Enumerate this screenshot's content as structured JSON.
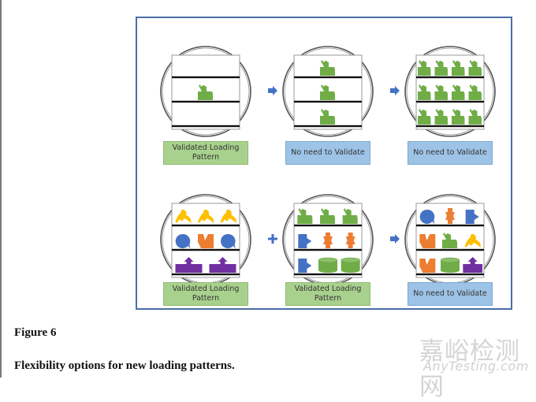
{
  "figure": {
    "frame_color": "#4a6fa5",
    "panels": [
      {
        "id": "top-1",
        "shelves": [
          [],
          [
            "elephant"
          ],
          []
        ],
        "label": "Validated Loading Pattern",
        "label_color": "green"
      },
      {
        "id": "top-2",
        "shelves": [
          [
            "elephant"
          ],
          [
            "elephant"
          ],
          [
            "elephant"
          ]
        ],
        "label": "No need to Validate",
        "label_color": "blue"
      },
      {
        "id": "top-3",
        "shelves": [
          [
            "elephant",
            "elephant",
            "elephant",
            "elephant"
          ],
          [
            "elephant",
            "elephant",
            "elephant",
            "elephant"
          ],
          [
            "elephant",
            "elephant",
            "elephant",
            "elephant"
          ]
        ],
        "label": "No need to Validate",
        "label_color": "blue"
      },
      {
        "id": "bottom-1",
        "shelves": [
          [
            "yellow-blob",
            "yellow-blob",
            "yellow-blob"
          ],
          [
            "blue-bubble",
            "orange-notch",
            "blue-bubble"
          ],
          [
            "purple-arrow-box",
            "purple-arrow-box"
          ]
        ],
        "label": "Validated Loading Pattern",
        "label_color": "green"
      },
      {
        "id": "bottom-2",
        "shelves": [
          [
            "elephant",
            "elephant",
            "elephant"
          ],
          [
            "blue-tab",
            "orange-arrows",
            "orange-arrows"
          ],
          [
            "blue-tab",
            "green-cylinder",
            "green-cylinder"
          ]
        ],
        "label": "Validated Loading Pattern",
        "label_color": "green"
      },
      {
        "id": "bottom-3",
        "shelves": [
          [
            "blue-bubble",
            "orange-arrows",
            "blue-tab"
          ],
          [
            "orange-notch",
            "elephant",
            "yellow-blob"
          ],
          [
            "orange-notch",
            "green-cylinder",
            "purple-arrow-box"
          ]
        ],
        "label": "No need to Validate",
        "label_color": "blue"
      }
    ],
    "connectors": [
      {
        "between": "top-1 → top-2",
        "symbol": "arrow"
      },
      {
        "between": "top-2 → top-3",
        "symbol": "arrow"
      },
      {
        "between": "bottom-1 + bottom-2",
        "symbol": "plus"
      },
      {
        "between": "bottom-2 → bottom-3",
        "symbol": "arrow"
      }
    ],
    "colors": {
      "green_shape": "#70ad47",
      "blue_shape": "#4472c4",
      "orange_shape": "#ed7d31",
      "yellow_shape": "#ffc000",
      "purple_shape": "#7030a0",
      "connector": "#4472c4",
      "label_green": "#a9d18e",
      "label_blue": "#9dc3e6"
    }
  },
  "caption": {
    "number": "Figure 6",
    "text": "Flexibility options for new loading patterns."
  },
  "watermark": {
    "cn": "嘉峪检测网",
    "en": "AnyTesting.com"
  }
}
